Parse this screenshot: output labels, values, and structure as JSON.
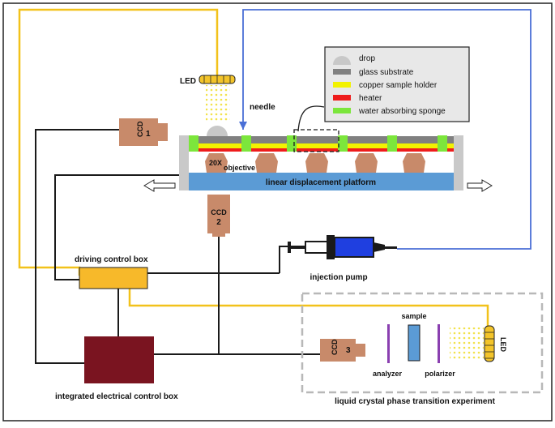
{
  "labels": {
    "led_top": "LED",
    "needle": "needle",
    "objective_mag": "20X",
    "objective": "objective",
    "platform": "linear displacement platform",
    "ccd1_text": "CCD",
    "ccd1_num": "1",
    "ccd2_text": "CCD",
    "ccd2_num": "2",
    "ccd3_text": "CCD",
    "ccd3_num": "3",
    "driving_box": "driving control box",
    "injection_pump": "injection pump",
    "integrated_box": "integrated electrical control box",
    "sample": "sample",
    "analyzer": "analyzer",
    "polarizer": "polarizer",
    "led_right": "LED",
    "lc_experiment": "liquid crystal phase transition experiment"
  },
  "legend": [
    {
      "label": "drop",
      "color": "#c8c8c8",
      "shape": "semicircle"
    },
    {
      "label": "glass substrate",
      "color": "#808080",
      "shape": "bar"
    },
    {
      "label": "copper sample holder",
      "color": "#f2f200",
      "shape": "bar"
    },
    {
      "label": "heater",
      "color": "#ee1c1c",
      "shape": "bar"
    },
    {
      "label": "water absorbing sponge",
      "color": "#7ce63c",
      "shape": "bar"
    }
  ],
  "colors": {
    "yellow_wire": "#f2c21b",
    "blue_tube": "#4a6fd6",
    "black_wire": "#1a1a1a",
    "ccd_brown": "#c88a6a",
    "platform_blue": "#5b9bd5",
    "control_box_yellow": "#f7b92a",
    "control_box_red": "#7a1420",
    "pump_blue": "#1f3fe0",
    "analyzer_purple": "#8a3fb0"
  }
}
